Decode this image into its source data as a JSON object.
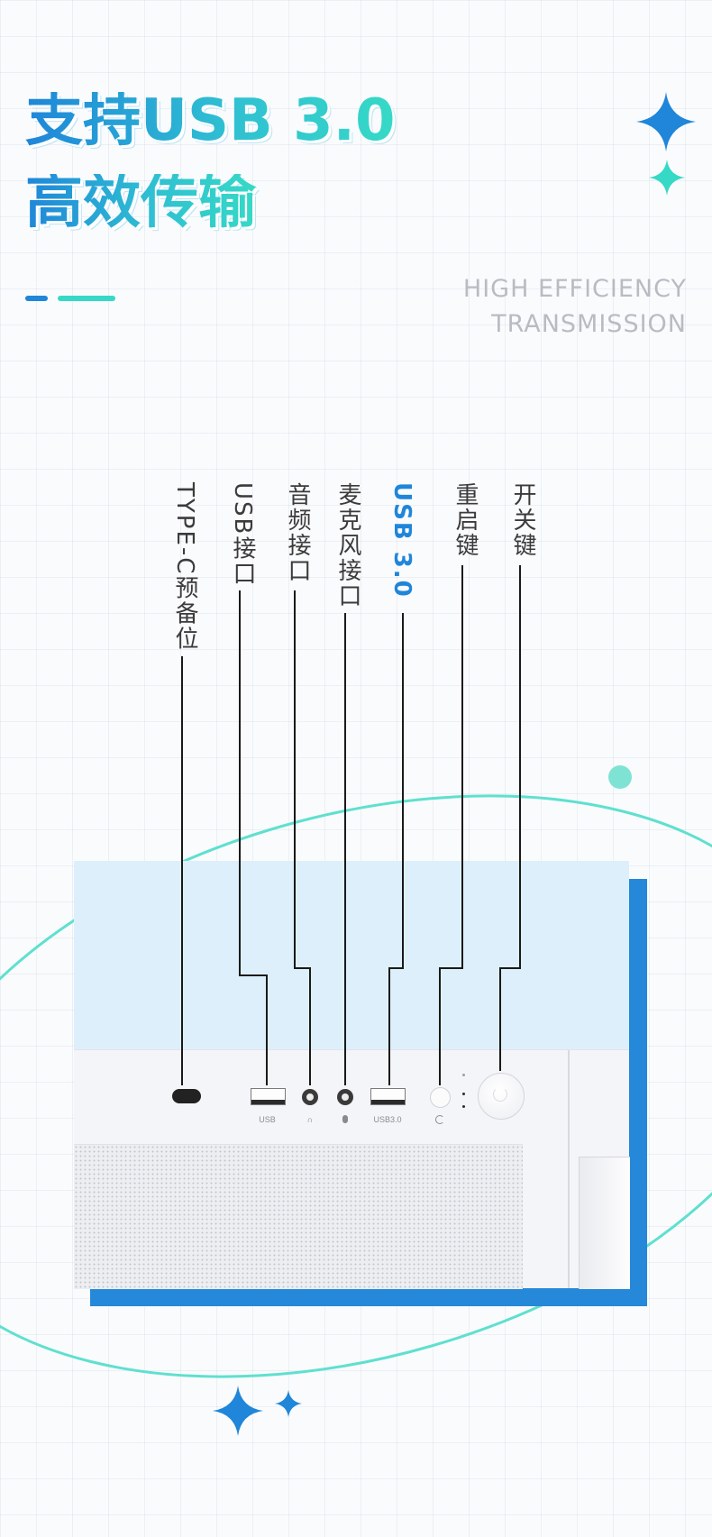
{
  "header": {
    "title_line1": "支持USB 3.0",
    "title_line2": "高效传输",
    "subtitle_en_line1": "HIGH EFFICIENCY",
    "subtitle_en_line2": "TRANSMISSION"
  },
  "callouts": [
    {
      "label": "TYPE-C预备位",
      "highlight": false
    },
    {
      "label": "USB接口",
      "highlight": false
    },
    {
      "label": "音频接口",
      "highlight": false
    },
    {
      "label": "麦克风接口",
      "highlight": false
    },
    {
      "label": "USB 3.0",
      "highlight": true
    },
    {
      "label": "重启键",
      "highlight": false
    },
    {
      "label": "开关键",
      "highlight": false
    }
  ],
  "panel": {
    "port_labels": {
      "usb": "USB",
      "usb30": "USB3.0"
    },
    "icons": [
      "headphone-icon",
      "microphone-icon",
      "restart-icon",
      "power-icon",
      "sparkle-icon"
    ]
  },
  "colors": {
    "accent_blue": "#1f86d9",
    "accent_teal": "#36d9c6",
    "frame_blue": "#2588d8",
    "sky_panel": "#ddeffb",
    "muted_text": "#b8bcc2"
  }
}
